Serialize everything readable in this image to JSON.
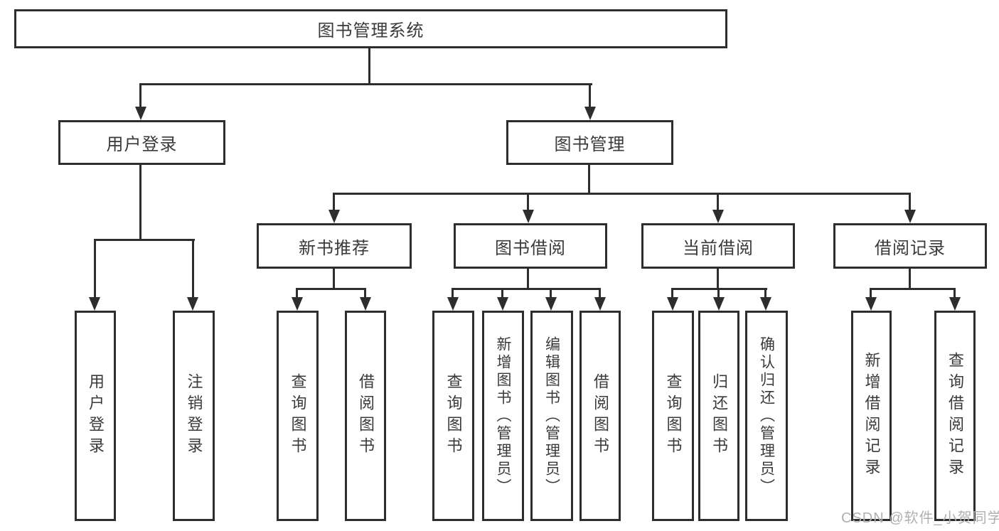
{
  "tree": {
    "root": "图书管理系统",
    "children": [
      {
        "label": "用户登录",
        "children": [
          "用户登录",
          "注销登录"
        ]
      },
      {
        "label": "图书管理",
        "children": [
          {
            "label": "新书推荐",
            "children": [
              "查询图书",
              "借阅图书"
            ]
          },
          {
            "label": "图书借阅",
            "children": [
              "查询图书",
              "新增图书（管理员）",
              "编辑图书（管理员）",
              "借阅图书"
            ]
          },
          {
            "label": "当前借阅",
            "children": [
              "查询图书",
              "归还图书",
              "确认归还（管理员）"
            ]
          },
          {
            "label": "借阅记录",
            "children": [
              "新增借阅记录",
              "查询借阅记录"
            ]
          }
        ]
      }
    ]
  },
  "watermark": "CSDN @软件_小贺同学",
  "colors": {
    "line": "#2d2d2d",
    "text": "#3a3a3a",
    "background": "#ffffff",
    "watermark": "#b0b0b0"
  }
}
